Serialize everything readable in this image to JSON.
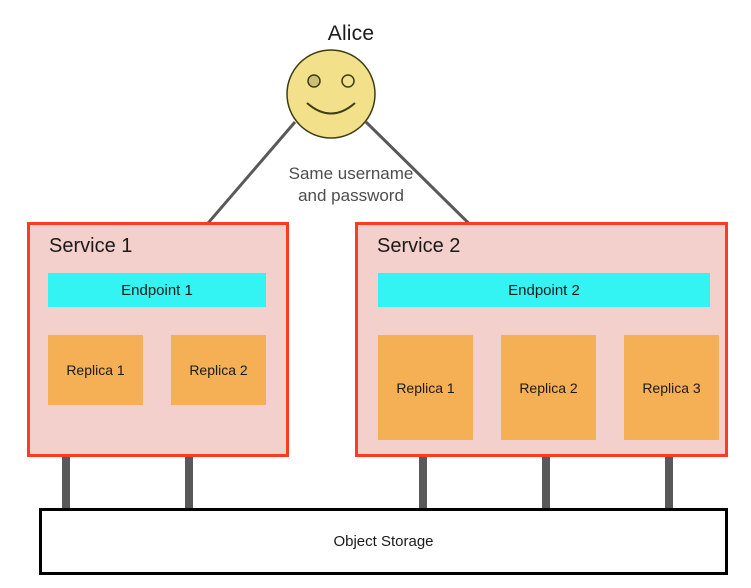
{
  "diagram": {
    "actor": {
      "name": "Alice",
      "icon": "smiley-face-icon",
      "face_fill": "#f2e08a",
      "face_stroke": "#3d3d14"
    },
    "arrow_caption": {
      "line1": "Same username",
      "line2": "and password",
      "color": "#4d4d4d"
    },
    "colors": {
      "service_border": "#ff3b21",
      "service_fill": "#f4d0cc",
      "endpoint_fill": "#33f3f3",
      "replica_fill": "#f5b055",
      "connector": "#595959",
      "storage_border": "#000000",
      "storage_fill": "#ffffff",
      "arrow": "#595959"
    },
    "services": [
      {
        "title": "Service 1",
        "endpoint": "Endpoint 1",
        "replicas": [
          "Replica 1",
          "Replica 2"
        ]
      },
      {
        "title": "Service 2",
        "endpoint": "Endpoint 2",
        "replicas": [
          "Replica 1",
          "Replica 2",
          "Replica 3"
        ]
      }
    ],
    "storage": {
      "label": "Object Storage"
    }
  }
}
